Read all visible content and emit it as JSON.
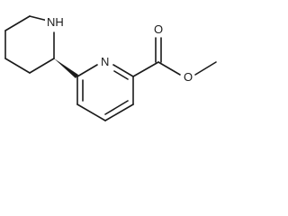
{
  "molecule": {
    "atoms": {
      "piperidine_nh": "NH",
      "pyridine_n": "N",
      "carbonyl_o": "O",
      "ester_o": "O"
    }
  },
  "colors": {
    "bond": "#1a1a1a",
    "background": "#ffffff"
  }
}
